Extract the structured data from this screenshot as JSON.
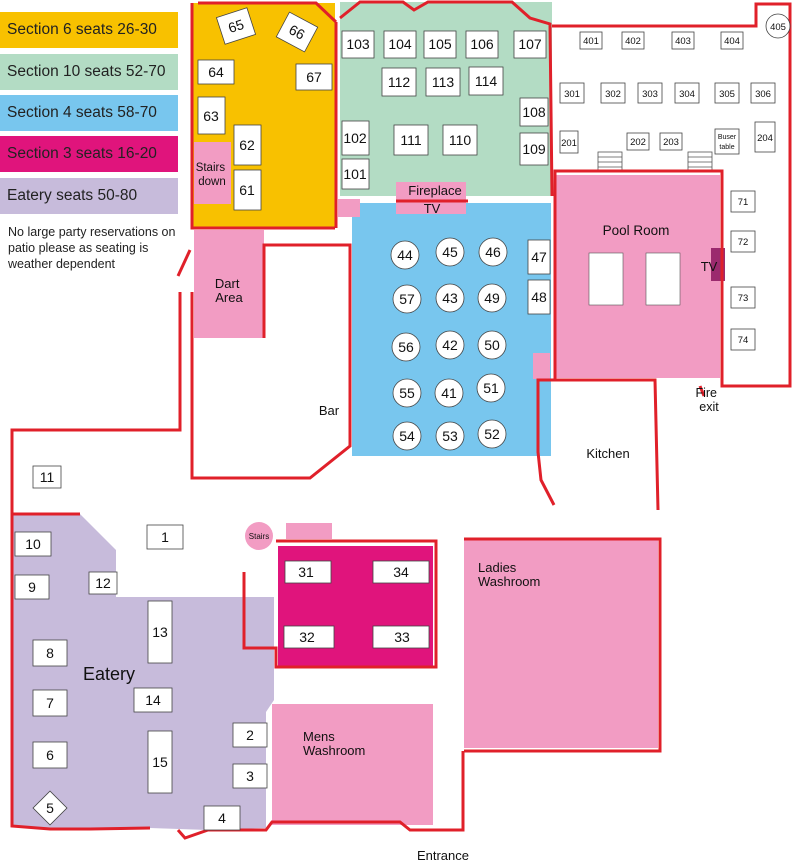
{
  "legend": {
    "items": [
      {
        "label": "Section 6 seats 26-30",
        "color": "#f8c100"
      },
      {
        "label": "Section 10 seats 52-70",
        "color": "#b3dcc4"
      },
      {
        "label": "Section 4 seats 58-70",
        "color": "#78c6ee"
      },
      {
        "label": "Section 3 seats 16-20",
        "color": "#e0147c"
      },
      {
        "label": "Eatery seats 50-80",
        "color": "#c7bbdb"
      }
    ],
    "note": "No large party reservations on patio please as seating is weather dependent"
  },
  "areas": {
    "stairs_down": [
      "Stairs",
      "down"
    ],
    "fireplace": "Fireplace",
    "tv": "TV",
    "dart_area": [
      "Dart",
      "Area"
    ],
    "pool_room": "Pool Room",
    "fire_exit": [
      "Fire",
      "exit"
    ],
    "bar": "Bar",
    "kitchen": "Kitchen",
    "stairs": "Stairs",
    "ladies_washroom": [
      "Ladies",
      "Washroom"
    ],
    "mens_washroom": [
      "Mens",
      "Washroom"
    ],
    "eatery": "Eatery",
    "entrance": "Entrance",
    "buser_table": [
      "Buser",
      "table"
    ]
  },
  "tables": {
    "section6": [
      "65",
      "66",
      "64",
      "67",
      "63",
      "62",
      "61"
    ],
    "section10": [
      "103",
      "104",
      "105",
      "106",
      "107",
      "112",
      "113",
      "114",
      "108",
      "102",
      "111",
      "110",
      "109",
      "101"
    ],
    "section4": [
      "44",
      "45",
      "46",
      "47",
      "57",
      "43",
      "49",
      "48",
      "56",
      "42",
      "50",
      "55",
      "41",
      "51",
      "54",
      "53",
      "52"
    ],
    "section3": [
      "31",
      "34",
      "32",
      "33"
    ],
    "eatery": [
      "11",
      "10",
      "1",
      "9",
      "12",
      "13",
      "8",
      "7",
      "14",
      "6",
      "15",
      "2",
      "3",
      "5",
      "4"
    ],
    "patio_top": [
      "401",
      "402",
      "403",
      "404",
      "405"
    ],
    "patio_mid": [
      "301",
      "302",
      "303",
      "304",
      "305",
      "306"
    ],
    "patio_low": [
      "201",
      "202",
      "203",
      "204"
    ],
    "patio_right": [
      "71",
      "72",
      "73",
      "74"
    ]
  }
}
